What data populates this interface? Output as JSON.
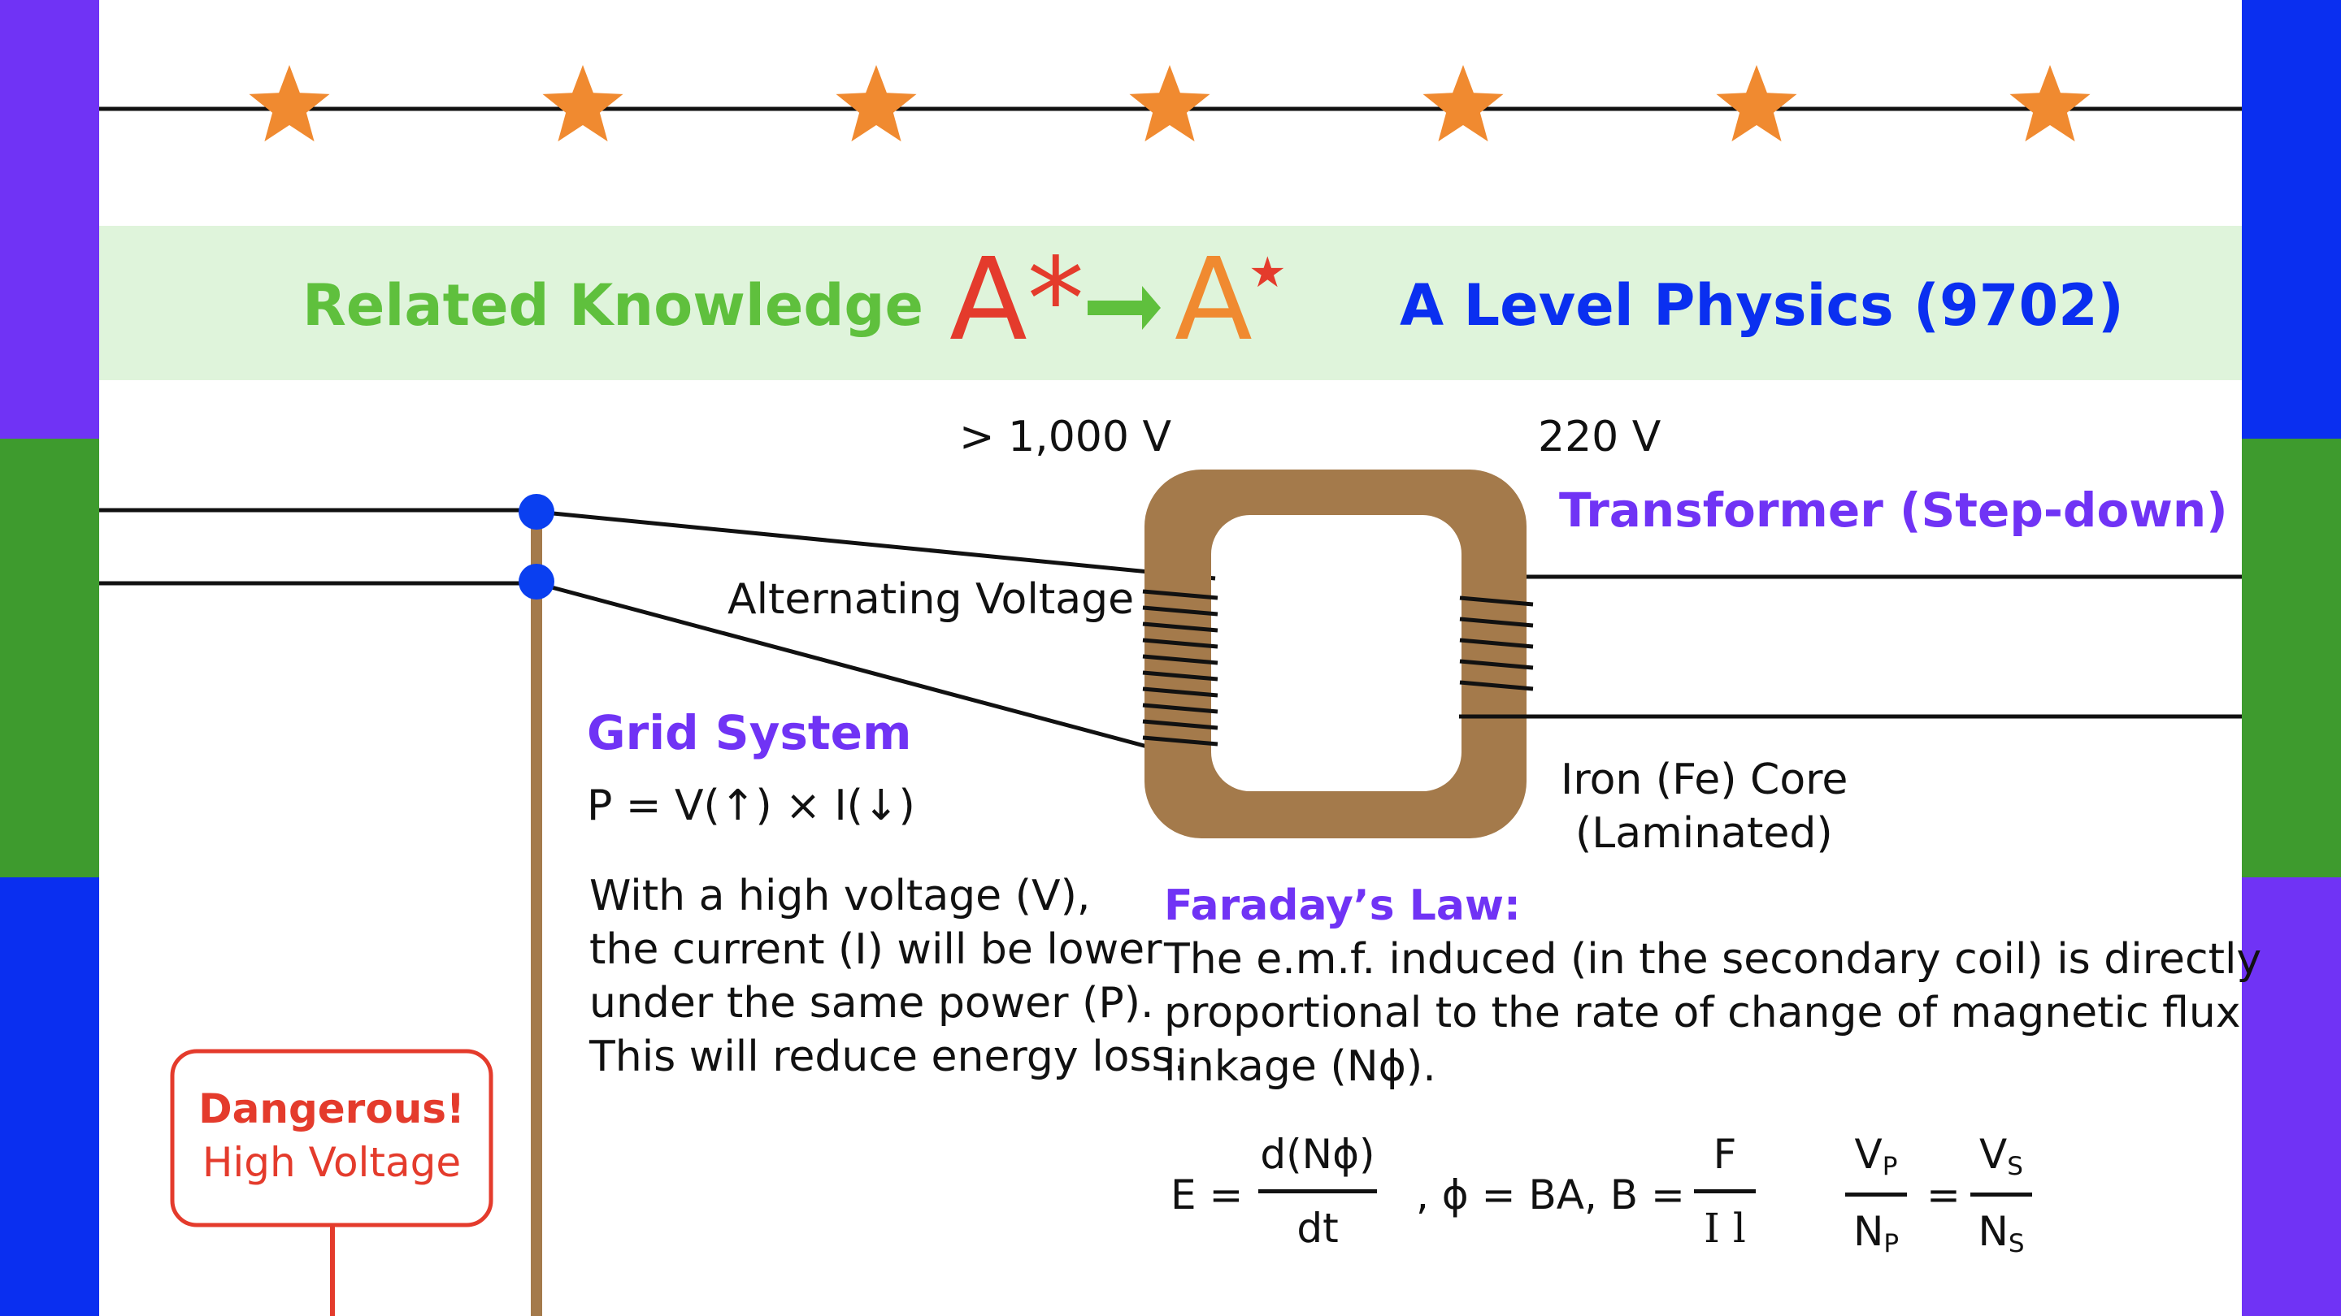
{
  "colors": {
    "left_bar": [
      "#7033f5",
      "#3e9b2e",
      "#0a2ff0"
    ],
    "right_bar": [
      "#0a2ff0",
      "#3e9b2e",
      "#7033f5"
    ],
    "star": "#f08a30",
    "header_bg": "#dff4db",
    "green": "#5fc03d",
    "blue": "#0a2ff0",
    "purple": "#7033f5",
    "red": "#e43b2c",
    "orange": "#f08a30",
    "pole": "#a47a4b",
    "core": "#a47a4b",
    "node": "#0a3ff0"
  },
  "header": {
    "left": "Related Knowledge",
    "logo_left": "A*",
    "logo_right": "A",
    "logo_star": "★",
    "right": "A Level Physics (9702)"
  },
  "voltages": {
    "high": "> 1,000 V",
    "low": "220 V"
  },
  "labels": {
    "transformer": "Transformer (Step-down)",
    "alternating": "Alternating Voltage",
    "grid_title": "Grid System",
    "grid_formula": "P = V(↑) × I(↓)",
    "grid_text": [
      "With a high voltage (V),",
      "the current (I) will be lower",
      "under the same power (P).",
      "This will reduce energy loss."
    ],
    "core_line1": "Iron (Fe) Core",
    "core_line2": "(Laminated)",
    "faraday_title": "Faraday’s Law:",
    "faraday_text": [
      "The e.m.f. induced (in the secondary coil) is directly",
      "proportional to the rate of change of magnetic flux",
      "linkage (Nϕ)."
    ],
    "danger_line1": "Dangerous!",
    "danger_line2": "High Voltage"
  },
  "formula": {
    "e_eq": "E =",
    "e_num": "d(Nϕ)",
    "e_den": "dt",
    "mid": ", ϕ = BA, B =",
    "b_num": "F",
    "b_den": "I l",
    "vp": "V",
    "vp_sub": "P",
    "np": "N",
    "np_sub": "P",
    "eq": "=",
    "vs": "V",
    "vs_sub": "S",
    "ns": "N",
    "ns_sub": "S"
  }
}
